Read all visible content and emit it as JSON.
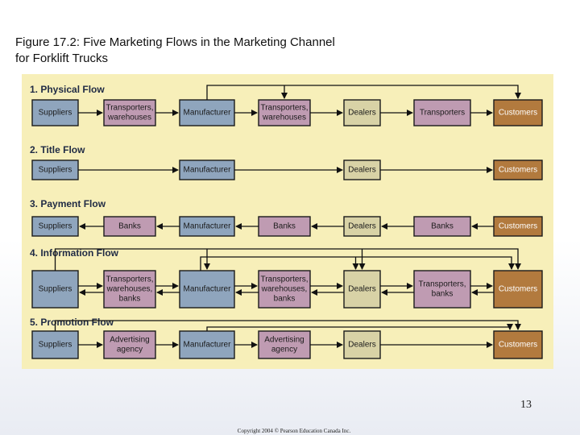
{
  "slide": {
    "title_line1": "Figure 17.2: Five Marketing Flows in the Marketing Channel",
    "title_line2": "for Forklift Trucks",
    "page_number": "13",
    "copyright": "Copyright 2004 © Pearson Education Canada Inc."
  },
  "diagram": {
    "colors": {
      "panel": "#f7efb9",
      "supplier": "#8fa5bd",
      "manufacturer": "#8fa5bd",
      "intermediary": "#bf9bb2",
      "dealer": "#d8d2a6",
      "customer": "#b27a3e",
      "line": "#111111"
    },
    "flows": [
      {
        "title": "1. Physical Flow",
        "boxes": [
          {
            "type": "supplier",
            "lines": [
              "Suppliers"
            ]
          },
          {
            "type": "intermediary",
            "lines": [
              "Transporters,",
              "warehouses"
            ]
          },
          {
            "type": "manufacturer",
            "lines": [
              "Manufacturer"
            ]
          },
          {
            "type": "intermediary",
            "lines": [
              "Transporters,",
              "warehouses"
            ]
          },
          {
            "type": "dealer",
            "lines": [
              "Dealers"
            ]
          },
          {
            "type": "intermediary",
            "lines": [
              "Transporters"
            ]
          },
          {
            "type": "customer",
            "lines": [
              "Customers"
            ]
          }
        ]
      },
      {
        "title": "2. Title Flow",
        "boxes": [
          {
            "type": "supplier",
            "lines": [
              "Suppliers"
            ]
          },
          {
            "type": "manufacturer",
            "lines": [
              "Manufacturer"
            ]
          },
          {
            "type": "dealer",
            "lines": [
              "Dealers"
            ]
          },
          {
            "type": "customer",
            "lines": [
              "Customers"
            ]
          }
        ]
      },
      {
        "title": "3. Payment Flow",
        "boxes": [
          {
            "type": "supplier",
            "lines": [
              "Suppliers"
            ]
          },
          {
            "type": "intermediary",
            "lines": [
              "Banks"
            ]
          },
          {
            "type": "manufacturer",
            "lines": [
              "Manufacturer"
            ]
          },
          {
            "type": "intermediary",
            "lines": [
              "Banks"
            ]
          },
          {
            "type": "dealer",
            "lines": [
              "Dealers"
            ]
          },
          {
            "type": "intermediary",
            "lines": [
              "Banks"
            ]
          },
          {
            "type": "customer",
            "lines": [
              "Customers"
            ]
          }
        ]
      },
      {
        "title": "4. Information Flow",
        "boxes": [
          {
            "type": "supplier",
            "lines": [
              "Suppliers"
            ]
          },
          {
            "type": "intermediary",
            "lines": [
              "Transporters,",
              "warehouses,",
              "banks"
            ]
          },
          {
            "type": "manufacturer",
            "lines": [
              "Manufacturer"
            ]
          },
          {
            "type": "intermediary",
            "lines": [
              "Transporters,",
              "warehouses,",
              "banks"
            ]
          },
          {
            "type": "dealer",
            "lines": [
              "Dealers"
            ]
          },
          {
            "type": "intermediary",
            "lines": [
              "Transporters,",
              "banks"
            ]
          },
          {
            "type": "customer",
            "lines": [
              "Customers"
            ]
          }
        ]
      },
      {
        "title": "5. Promotion Flow",
        "boxes": [
          {
            "type": "supplier",
            "lines": [
              "Suppliers"
            ]
          },
          {
            "type": "intermediary",
            "lines": [
              "Advertising",
              "agency"
            ]
          },
          {
            "type": "manufacturer",
            "lines": [
              "Manufacturer"
            ]
          },
          {
            "type": "intermediary",
            "lines": [
              "Advertising",
              "agency"
            ]
          },
          {
            "type": "dealer",
            "lines": [
              "Dealers"
            ]
          },
          {
            "type": "customer",
            "lines": [
              "Customers"
            ]
          }
        ]
      }
    ]
  }
}
